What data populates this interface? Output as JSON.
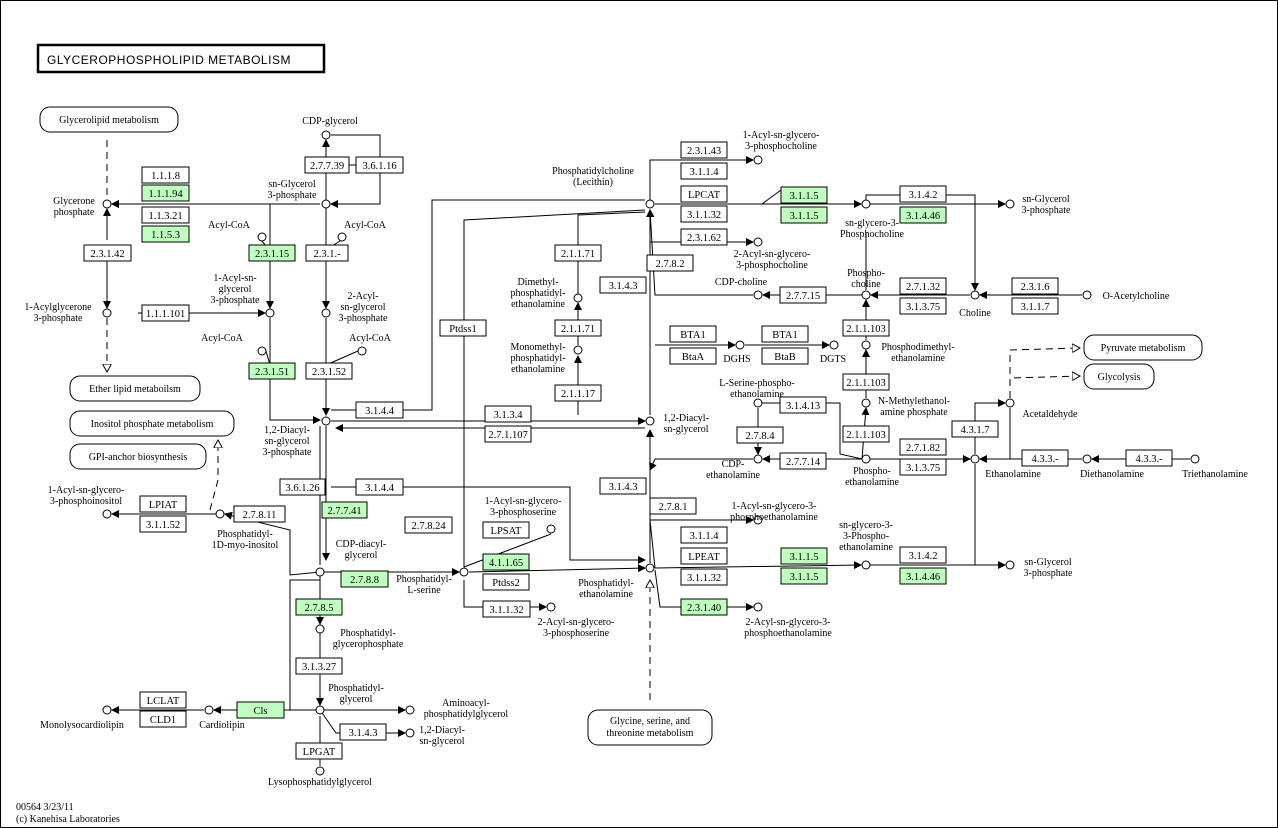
{
  "title": "GLYCEROPHOSPHOLIPID METABOLISM",
  "footer": {
    "id": "00564 3/23/11",
    "copyright": "(c) Kanehisa Laboratories"
  },
  "colors": {
    "highlight": "#bfffbf",
    "plain": "#ffffff"
  },
  "maps": {
    "glycerolipid": "Glycerolipid metabolism",
    "ether": "Ether lipid metaboilsm",
    "inositol": "Inositol phosphate metabolism",
    "gpi": "GPI-anchor biosynthesis",
    "pyruvate": "Pyruvate metabolism",
    "glycolysis": "Glycolysis",
    "glycine": "Glycine, serine, and threonine metabolism"
  },
  "compounds": {
    "glycerone_p": "Glycerone phosphate",
    "acylglycerone_p": "1-Acylglycerone 3-phosphate",
    "cdp_glycerol": "CDP-glycerol",
    "sn_glycerol_3p": "sn-Glycerol 3-phosphate",
    "acyl_coa": "Acyl-CoA",
    "acyl_sn_glycerol_3p": "1-Acyl-sn-glycerol 3-phosphate",
    "acyl2_sn_glycerol_3p": "2-Acyl-sn-glycerol 3-phosphate",
    "diacylglycerol_3p": "1,2-Diacyl-sn-glycerol 3-phosphate",
    "acyl_phosphoinositol": "1-Acyl-sn-glycero-3-phosphoinositol",
    "phosphatidyl_inositol": "Phosphatidyl-1D-myo-inositol",
    "cdp_diacylglycerol": "CDP-diacylglycerol",
    "phosphatidyl_serine": "Phosphatidyl-L-serine",
    "phosphatidyl_glycerophosphate": "Phosphatidyl-glycerophosphate",
    "phosphatidyl_glycerol": "Phosphatidyl-glycerol",
    "aminoacyl_pg": "Aminoacyl-phosphatidylglycerol",
    "diacylglycerol": "1,2-Diacyl-sn-glycerol",
    "lysophosphatidylglycerol": "Lysophosphatidylglycerol",
    "cardiolipin": "Cardiolipin",
    "monolysocardiolipin": "Monolysocardiolipin",
    "phosphatidylcholine": "Phosphatidylcholine (Lecithin)",
    "acyl_gpc": "1-Acyl-sn-glycero-3-phosphocholine",
    "acyl2_gpc": "2-Acyl-sn-glycero-3-phosphocholine",
    "gpc": "sn-glycero-3-Phosphocholine",
    "sn_glycerol_3p_right": "sn-Glycerol 3-phosphate",
    "cdp_choline": "CDP-choline",
    "phosphocholine": "Phospho-choline",
    "choline": "Choline",
    "acetylcholine": "O-Acetylcholine",
    "dimethyl_pe": "Dimethyl-phosphatidyl-ethanolamine",
    "monomethyl_pe": "Monomethyl-phosphatidyl-ethanolamine",
    "dghs": "DGHS",
    "dgts": "DGTS",
    "phosphodimethyl_ea": "Phosphodimethyl-ethanolamine",
    "n_methyl_ea_p": "N-Methylethanol-amine phosphate",
    "serine_p_ea": "L-Serine-phospho-ethanolamine",
    "diacylglycerol_mid": "1,2-Diacyl-sn-glycerol",
    "cdp_ethanolamine": "CDP-ethanolamine",
    "phosphoethanolamine": "Phospho-ethanolamine",
    "ethanolamine": "Ethanolamine",
    "diethanolamine": "Diethanolamine",
    "triethanolamine": "Triethanolamine",
    "acetaldehyde": "Acetaldehyde",
    "acyl_gps": "1-Acyl-sn-glycero-3-phosphoserine",
    "acyl2_gps": "2-Acyl-sn-glycero-3-phosphoserine",
    "phosphatidyl_ea": "Phosphatidyl-ethanolamine",
    "acyl_gpe": "1-Acyl-sn-glycero-3-phosphoethanolamine",
    "acyl2_gpe": "2-Acyl-sn-glycero-3-phosphoethanolamine",
    "gpe": "sn-glycero-3-Phospho-ethanolamine",
    "sn_glycerol_3p_lower": "sn-Glycerol 3-phosphate"
  },
  "enzymes": [
    {
      "label": "1.1.1.8",
      "hl": false
    },
    {
      "label": "1.1.1.94",
      "hl": true
    },
    {
      "label": "1.1.3.21",
      "hl": false
    },
    {
      "label": "1.1.5.3",
      "hl": true
    },
    {
      "label": "2.3.1.42",
      "hl": false
    },
    {
      "label": "1.1.1.101",
      "hl": false
    },
    {
      "label": "2.7.7.39",
      "hl": false
    },
    {
      "label": "3.6.1.16",
      "hl": false
    },
    {
      "label": "2.3.1.15",
      "hl": true
    },
    {
      "label": "2.3.1.-",
      "hl": false
    },
    {
      "label": "2.3.1.51",
      "hl": true
    },
    {
      "label": "2.3.1.52",
      "hl": false
    },
    {
      "label": "3.1.4.4",
      "hl": false
    },
    {
      "label": "3.1.3.4",
      "hl": false
    },
    {
      "label": "2.7.1.107",
      "hl": false
    },
    {
      "label": "3.1.4.4",
      "hl": false
    },
    {
      "label": "3.6.1.26",
      "hl": false
    },
    {
      "label": "2.7.7.41",
      "hl": true
    },
    {
      "label": "2.7.8.24",
      "hl": false
    },
    {
      "label": "LPIAT",
      "hl": false
    },
    {
      "label": "3.1.1.52",
      "hl": false
    },
    {
      "label": "2.7.8.11",
      "hl": false
    },
    {
      "label": "2.7.8.8",
      "hl": true
    },
    {
      "label": "2.7.8.5",
      "hl": true
    },
    {
      "label": "3.1.3.27",
      "hl": false
    },
    {
      "label": "Cls",
      "hl": true
    },
    {
      "label": "LCLAT",
      "hl": false
    },
    {
      "label": "CLD1",
      "hl": false
    },
    {
      "label": "3.1.4.3",
      "hl": false
    },
    {
      "label": "LPGAT",
      "hl": false
    },
    {
      "label": "Ptdss1",
      "hl": false
    },
    {
      "label": "LPSAT",
      "hl": false
    },
    {
      "label": "4.1.1.65",
      "hl": true
    },
    {
      "label": "Ptdss2",
      "hl": false
    },
    {
      "label": "3.1.1.32",
      "hl": false
    },
    {
      "label": "2.1.1.71",
      "hl": false
    },
    {
      "label": "2.1.1.71",
      "hl": false
    },
    {
      "label": "2.1.1.17",
      "hl": false
    },
    {
      "label": "2.7.8.2",
      "hl": false
    },
    {
      "label": "3.1.4.3",
      "hl": false
    },
    {
      "label": "3.1.4.3",
      "hl": false
    },
    {
      "label": "2.7.8.1",
      "hl": false
    },
    {
      "label": "2.3.1.43",
      "hl": false
    },
    {
      "label": "3.1.1.4",
      "hl": false
    },
    {
      "label": "LPCAT",
      "hl": false
    },
    {
      "label": "3.1.1.32",
      "hl": false
    },
    {
      "label": "2.3.1.62",
      "hl": false
    },
    {
      "label": "3.1.1.5",
      "hl": true
    },
    {
      "label": "3.1.1.5",
      "hl": true
    },
    {
      "label": "3.1.4.2",
      "hl": false
    },
    {
      "label": "3.1.4.46",
      "hl": true
    },
    {
      "label": "2.7.7.15",
      "hl": false
    },
    {
      "label": "2.7.1.32",
      "hl": false
    },
    {
      "label": "3.1.3.75",
      "hl": false
    },
    {
      "label": "2.3.1.6",
      "hl": false
    },
    {
      "label": "3.1.1.7",
      "hl": false
    },
    {
      "label": "BTA1",
      "hl": false
    },
    {
      "label": "BtaA",
      "hl": false
    },
    {
      "label": "BTA1",
      "hl": false
    },
    {
      "label": "BtaB",
      "hl": false
    },
    {
      "label": "2.1.1.103",
      "hl": false
    },
    {
      "label": "2.1.1.103",
      "hl": false
    },
    {
      "label": "2.1.1.103",
      "hl": false
    },
    {
      "label": "3.1.4.13",
      "hl": false
    },
    {
      "label": "2.7.8.4",
      "hl": false
    },
    {
      "label": "2.7.7.14",
      "hl": false
    },
    {
      "label": "2.7.1.82",
      "hl": false
    },
    {
      "label": "3.1.3.75",
      "hl": false
    },
    {
      "label": "4.3.1.7",
      "hl": false
    },
    {
      "label": "4.3.3.-",
      "hl": false
    },
    {
      "label": "4.3.3.-",
      "hl": false
    },
    {
      "label": "3.1.1.4",
      "hl": false
    },
    {
      "label": "LPEAT",
      "hl": false
    },
    {
      "label": "3.1.1.32",
      "hl": false
    },
    {
      "label": "2.3.1.40",
      "hl": true
    },
    {
      "label": "3.1.1.5",
      "hl": true
    },
    {
      "label": "3.1.1.5",
      "hl": true
    },
    {
      "label": "3.1.4.2",
      "hl": false
    },
    {
      "label": "3.1.4.46",
      "hl": true
    }
  ]
}
